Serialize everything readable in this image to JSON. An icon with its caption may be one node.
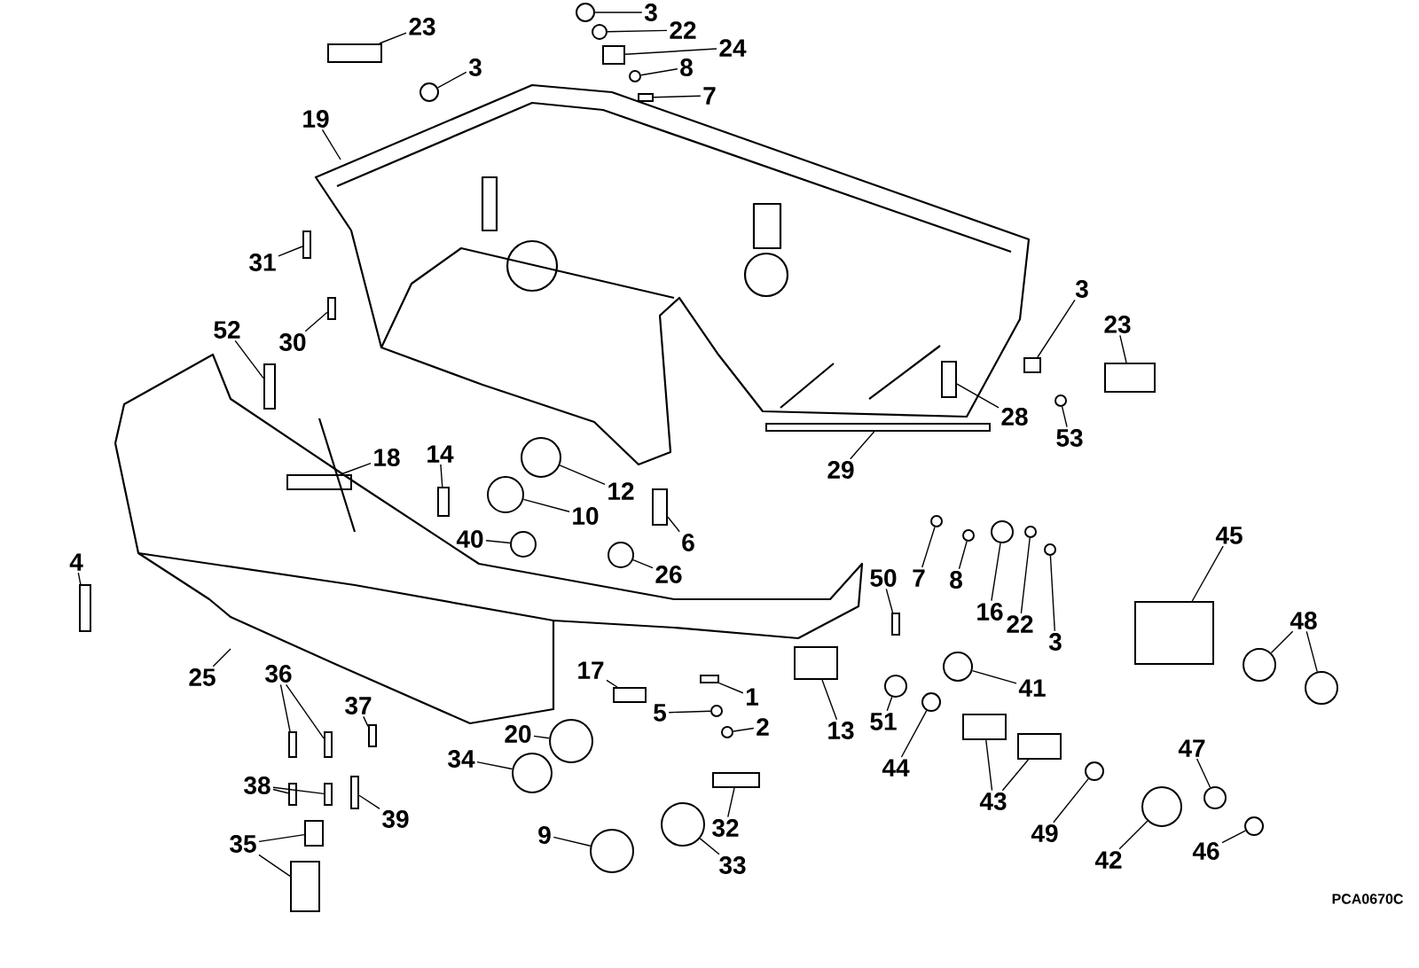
{
  "diagram": {
    "nodes": [
      {
        "text": [
          "23"
        ]
      },
      {
        "text": [
          "3"
        ]
      },
      {
        "text": [
          "3"
        ]
      },
      {
        "text": [
          "22"
        ]
      },
      {
        "text": [
          "24"
        ]
      },
      {
        "text": [
          "8"
        ]
      },
      {
        "text": [
          "7"
        ]
      },
      {
        "text": [
          "19"
        ]
      },
      {
        "text": [
          "31"
        ]
      },
      {
        "text": [
          "30"
        ]
      },
      {
        "text": [
          "52"
        ]
      },
      {
        "text": [
          "3"
        ]
      },
      {
        "text": [
          "23"
        ]
      },
      {
        "text": [
          "28"
        ]
      },
      {
        "text": [
          "53"
        ]
      },
      {
        "text": [
          "29"
        ]
      },
      {
        "text": [
          "18"
        ]
      },
      {
        "text": [
          "14"
        ]
      },
      {
        "text": [
          "12"
        ]
      },
      {
        "text": [
          "10"
        ]
      },
      {
        "text": [
          "6"
        ]
      },
      {
        "text": [
          "40"
        ]
      },
      {
        "text": [
          "26"
        ]
      },
      {
        "text": [
          "4"
        ]
      },
      {
        "text": [
          "50"
        ]
      },
      {
        "text": [
          "7"
        ]
      },
      {
        "text": [
          "8"
        ]
      },
      {
        "text": [
          "16"
        ]
      },
      {
        "text": [
          "22"
        ]
      },
      {
        "text": [
          "3"
        ]
      },
      {
        "text": [
          "45"
        ]
      },
      {
        "text": [
          "48"
        ]
      },
      {
        "text": [
          "17"
        ]
      },
      {
        "text": [
          "1"
        ]
      },
      {
        "text": [
          "5"
        ]
      },
      {
        "text": [
          "2"
        ]
      },
      {
        "text": [
          "41"
        ]
      },
      {
        "text": [
          "25"
        ]
      },
      {
        "text": [
          "36"
        ]
      },
      {
        "text": [
          "37"
        ]
      },
      {
        "text": [
          "13"
        ]
      },
      {
        "text": [
          "51"
        ]
      },
      {
        "text": [
          "20"
        ]
      },
      {
        "text": [
          "34"
        ]
      },
      {
        "text": [
          "38"
        ]
      },
      {
        "text": [
          "39"
        ]
      },
      {
        "text": [
          "44"
        ]
      },
      {
        "text": [
          "43"
        ]
      },
      {
        "text": [
          "47"
        ]
      },
      {
        "text": [
          "32"
        ]
      },
      {
        "text": [
          "9"
        ]
      },
      {
        "text": [
          "33"
        ]
      },
      {
        "text": [
          "49"
        ]
      },
      {
        "text": [
          "42"
        ]
      },
      {
        "text": [
          "35"
        ]
      },
      {
        "text": [
          "46"
        ]
      },
      {
        "text": [],
        "shape": "box"
      },
      {
        "text": [],
        "shape": "circle"
      },
      {
        "text": [],
        "shape": "circle"
      },
      {
        "text": [],
        "shape": "circle"
      },
      {
        "text": [],
        "shape": "box"
      },
      {
        "text": [],
        "shape": "circle"
      },
      {
        "text": [],
        "shape": "box"
      },
      {
        "text": [],
        "shape": "box"
      },
      {
        "text": [],
        "shape": "box"
      },
      {
        "text": [],
        "shape": "box"
      },
      {
        "text": [],
        "shape": "box"
      },
      {
        "text": [],
        "shape": "box"
      },
      {
        "text": [],
        "shape": "box"
      },
      {
        "text": [],
        "shape": "circle"
      },
      {
        "text": [],
        "shape": "bar"
      },
      {
        "text": [],
        "shape": "box"
      },
      {
        "text": [],
        "shape": "box"
      },
      {
        "text": [],
        "shape": "circle"
      },
      {
        "text": [],
        "shape": "circle"
      },
      {
        "text": [],
        "shape": "box"
      },
      {
        "text": [],
        "shape": "circle"
      },
      {
        "text": [],
        "shape": "circle"
      },
      {
        "text": [],
        "shape": "box"
      },
      {
        "text": [],
        "shape": "box"
      },
      {
        "text": [],
        "shape": "circle"
      },
      {
        "text": [],
        "shape": "circle"
      },
      {
        "text": [],
        "shape": "circle"
      },
      {
        "text": [],
        "shape": "circle"
      },
      {
        "text": [],
        "shape": "circle"
      },
      {
        "text": [],
        "shape": "box"
      },
      {
        "text": [],
        "shape": "circle"
      },
      {
        "text": [],
        "shape": "circle"
      },
      {
        "text": [],
        "shape": "box"
      },
      {
        "text": [],
        "shape": "box"
      },
      {
        "text": [],
        "shape": "circle"
      },
      {
        "text": [],
        "shape": "circle"
      },
      {
        "text": [],
        "shape": "circle"
      },
      {
        "text": [],
        "shape": "box"
      },
      {
        "text": [],
        "shape": "box"
      },
      {
        "text": [],
        "shape": "box"
      },
      {
        "text": [],
        "shape": "box"
      },
      {
        "text": [],
        "shape": "circle"
      },
      {
        "text": [],
        "shape": "circle"
      },
      {
        "text": [],
        "shape": "circle"
      },
      {
        "text": [],
        "shape": "box"
      },
      {
        "text": [],
        "shape": "box"
      },
      {
        "text": [],
        "shape": "box"
      },
      {
        "text": [],
        "shape": "circle"
      },
      {
        "text": [],
        "shape": "box"
      },
      {
        "text": [],
        "shape": "box"
      },
      {
        "text": [],
        "shape": "circle"
      },
      {
        "text": [],
        "shape": "box"
      },
      {
        "text": [],
        "shape": "circle"
      },
      {
        "text": [],
        "shape": "circle"
      },
      {
        "text": [],
        "shape": "circle"
      },
      {
        "text": [],
        "shape": "circle"
      },
      {
        "text": [],
        "shape": "box"
      },
      {
        "text": [],
        "shape": "box"
      },
      {
        "text": [],
        "shape": "circle"
      }
    ],
    "edges": [
      {
        "from": 0,
        "to": 56,
        "arrow": "none"
      },
      {
        "from": 1,
        "to": 57,
        "arrow": "none"
      },
      {
        "from": 2,
        "to": 58,
        "arrow": "none"
      },
      {
        "from": 3,
        "to": 59,
        "arrow": "none"
      },
      {
        "from": 4,
        "to": 60,
        "arrow": "none"
      },
      {
        "from": 5,
        "to": 61,
        "arrow": "none"
      },
      {
        "from": 6,
        "to": 62,
        "arrow": "none"
      },
      {
        "from": 7,
        "to": null,
        "arrow": "none"
      },
      {
        "from": 8,
        "to": 63,
        "arrow": "none"
      },
      {
        "from": 9,
        "to": 64,
        "arrow": "none"
      },
      {
        "from": 10,
        "to": 65,
        "arrow": "none"
      },
      {
        "from": 11,
        "to": 66,
        "arrow": "none"
      },
      {
        "from": 12,
        "to": 67,
        "arrow": "none"
      },
      {
        "from": 13,
        "to": 68,
        "arrow": "none"
      },
      {
        "from": 14,
        "to": 69,
        "arrow": "none"
      },
      {
        "from": 15,
        "to": 70,
        "arrow": "none"
      },
      {
        "from": 16,
        "to": 71,
        "arrow": "none"
      },
      {
        "from": 17,
        "to": 72,
        "arrow": "none"
      },
      {
        "from": 18,
        "to": 73,
        "arrow": "none"
      },
      {
        "from": 19,
        "to": 74,
        "arrow": "none"
      },
      {
        "from": 20,
        "to": 75,
        "arrow": "none"
      },
      {
        "from": 21,
        "to": 76,
        "arrow": "none"
      },
      {
        "from": 22,
        "to": 77,
        "arrow": "none"
      },
      {
        "from": 23,
        "to": 78,
        "arrow": "none"
      },
      {
        "from": 24,
        "to": 79,
        "arrow": "none"
      },
      {
        "from": 25,
        "to": 80,
        "arrow": "none"
      },
      {
        "from": 26,
        "to": 81,
        "arrow": "none"
      },
      {
        "from": 27,
        "to": 82,
        "arrow": "none"
      },
      {
        "from": 28,
        "to": 83,
        "arrow": "none"
      },
      {
        "from": 29,
        "to": 84,
        "arrow": "none"
      },
      {
        "from": 30,
        "to": 85,
        "arrow": "none"
      },
      {
        "from": 31,
        "to": 86,
        "arrow": "none"
      },
      {
        "from": 31,
        "to": 87,
        "arrow": "none"
      },
      {
        "from": 32,
        "to": 88,
        "arrow": "none"
      },
      {
        "from": 33,
        "to": 89,
        "arrow": "none"
      },
      {
        "from": 34,
        "to": 90,
        "arrow": "none"
      },
      {
        "from": 35,
        "to": 91,
        "arrow": "none"
      },
      {
        "from": 36,
        "to": 92,
        "arrow": "none"
      },
      {
        "from": 37,
        "to": null,
        "arrow": "none"
      },
      {
        "from": 38,
        "to": 93,
        "arrow": "none"
      },
      {
        "from": 38,
        "to": 94,
        "arrow": "none"
      },
      {
        "from": 39,
        "to": 95,
        "arrow": "none"
      },
      {
        "from": 40,
        "to": 96,
        "arrow": "none"
      },
      {
        "from": 41,
        "to": 97,
        "arrow": "none"
      },
      {
        "from": 42,
        "to": 98,
        "arrow": "none"
      },
      {
        "from": 43,
        "to": 99,
        "arrow": "none"
      },
      {
        "from": 44,
        "to": 100,
        "arrow": "none"
      },
      {
        "from": 44,
        "to": 101,
        "arrow": "none"
      },
      {
        "from": 45,
        "to": 102,
        "arrow": "none"
      },
      {
        "from": 46,
        "to": 103,
        "arrow": "none"
      },
      {
        "from": 47,
        "to": 104,
        "arrow": "none"
      },
      {
        "from": 47,
        "to": 105,
        "arrow": "none"
      },
      {
        "from": 48,
        "to": 106,
        "arrow": "none"
      },
      {
        "from": 49,
        "to": 107,
        "arrow": "none"
      },
      {
        "from": 50,
        "to": 108,
        "arrow": "none"
      },
      {
        "from": 51,
        "to": 109,
        "arrow": "none"
      },
      {
        "from": 52,
        "to": 110,
        "arrow": "none"
      },
      {
        "from": 53,
        "to": 111,
        "arrow": "none"
      },
      {
        "from": 54,
        "to": 112,
        "arrow": "none"
      },
      {
        "from": 54,
        "to": 113,
        "arrow": "none"
      },
      {
        "from": 55,
        "to": 114,
        "arrow": "none"
      }
    ],
    "labels": [
      "PCA0670C"
    ]
  }
}
